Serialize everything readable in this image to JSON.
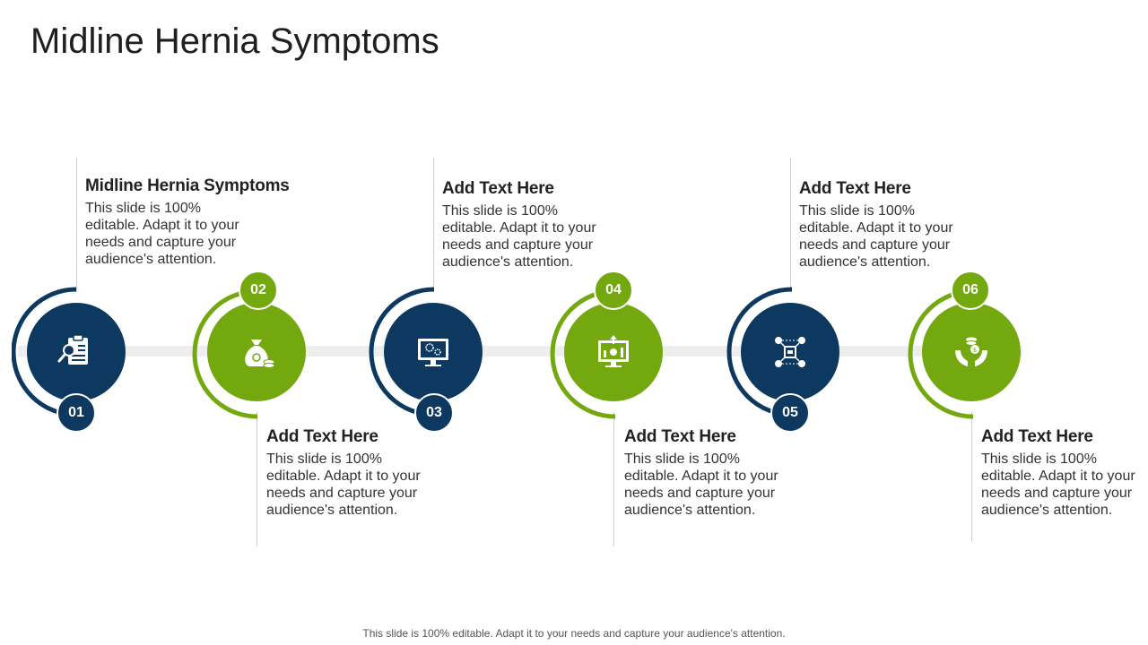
{
  "title": "Midline Hernia Symptoms",
  "footer": "This slide is 100% editable. Adapt it to your needs and capture your audience's attention.",
  "colors": {
    "navy": "#0d3960",
    "green": "#74a80f",
    "track": "#eeeeee"
  },
  "steps": [
    {
      "number": "01",
      "heading": "Midline Hernia Symptoms",
      "body": "This slide is 100% editable. Adapt it to your needs and capture your audience's attention.",
      "icon": "clipboard-search-icon",
      "color": "navy"
    },
    {
      "number": "02",
      "heading": "Add Text Here",
      "body": "This slide is 100% editable. Adapt it to your needs and capture your audience's attention.",
      "icon": "money-bag-icon",
      "color": "green"
    },
    {
      "number": "03",
      "heading": "Add Text Here",
      "body": "This slide is 100% editable. Adapt it to your needs and capture your audience's attention.",
      "icon": "monitor-gears-icon",
      "color": "navy"
    },
    {
      "number": "04",
      "heading": "Add Text Here",
      "body": "This slide is 100% editable. Adapt it to your needs and capture your audience's attention.",
      "icon": "monitor-growth-icon",
      "color": "green"
    },
    {
      "number": "05",
      "heading": "Add Text Here",
      "body": "This slide is 100% editable. Adapt it to your needs and capture your audience's attention.",
      "icon": "network-payment-icon",
      "color": "navy"
    },
    {
      "number": "06",
      "heading": "Add Text Here",
      "body": "This slide is 100% editable. Adapt it to your needs and capture your audience's attention.",
      "icon": "hands-coins-icon",
      "color": "green"
    }
  ]
}
